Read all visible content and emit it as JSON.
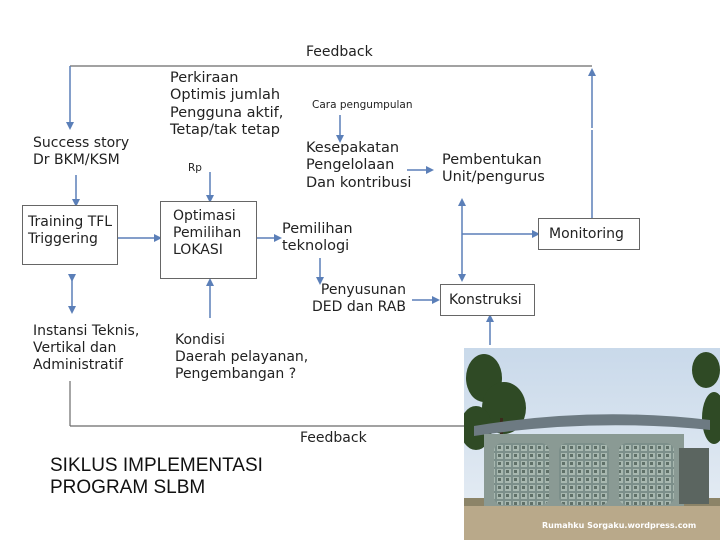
{
  "feedback_top": "Feedback",
  "feedback_bottom": "Feedback",
  "success_story": "Success story\nDr BKM/KSM",
  "training": "Training TFL\nTriggering",
  "instansi": "Instansi Teknis,\nVertikal dan\nAdministratif",
  "perkiraan": "Perkiraan\nOptimis jumlah\nPengguna aktif,\nTetap/tak tetap",
  "rp": "Rp",
  "cara_pengumpulan": "Cara pengumpulan",
  "kesepakatan": "Kesepakatan\nPengelolaan\nDan kontribusi",
  "pembentukan": "Pembentukan\nUnit/pengurus",
  "optimasi": "Optimasi\nPemilihan\nLOKASI",
  "pemilihan_teknologi": "Pemilihan\nteknologi",
  "monitoring": "Monitoring",
  "penyusunan": "Penyusunan\nDED dan RAB",
  "konstruksi": "Konstruksi",
  "kondisi": "Kondisi\nDaerah pelayanan,\nPengembangan ?",
  "title": "SIKLUS IMPLEMENTASI\nPROGRAM SLBM",
  "photo_caption": "Rumahku Sorgaku.wordpress.com",
  "colors": {
    "arrow": "#5b7fb8",
    "line": "#6a6a6a",
    "box_border": "#666666"
  }
}
